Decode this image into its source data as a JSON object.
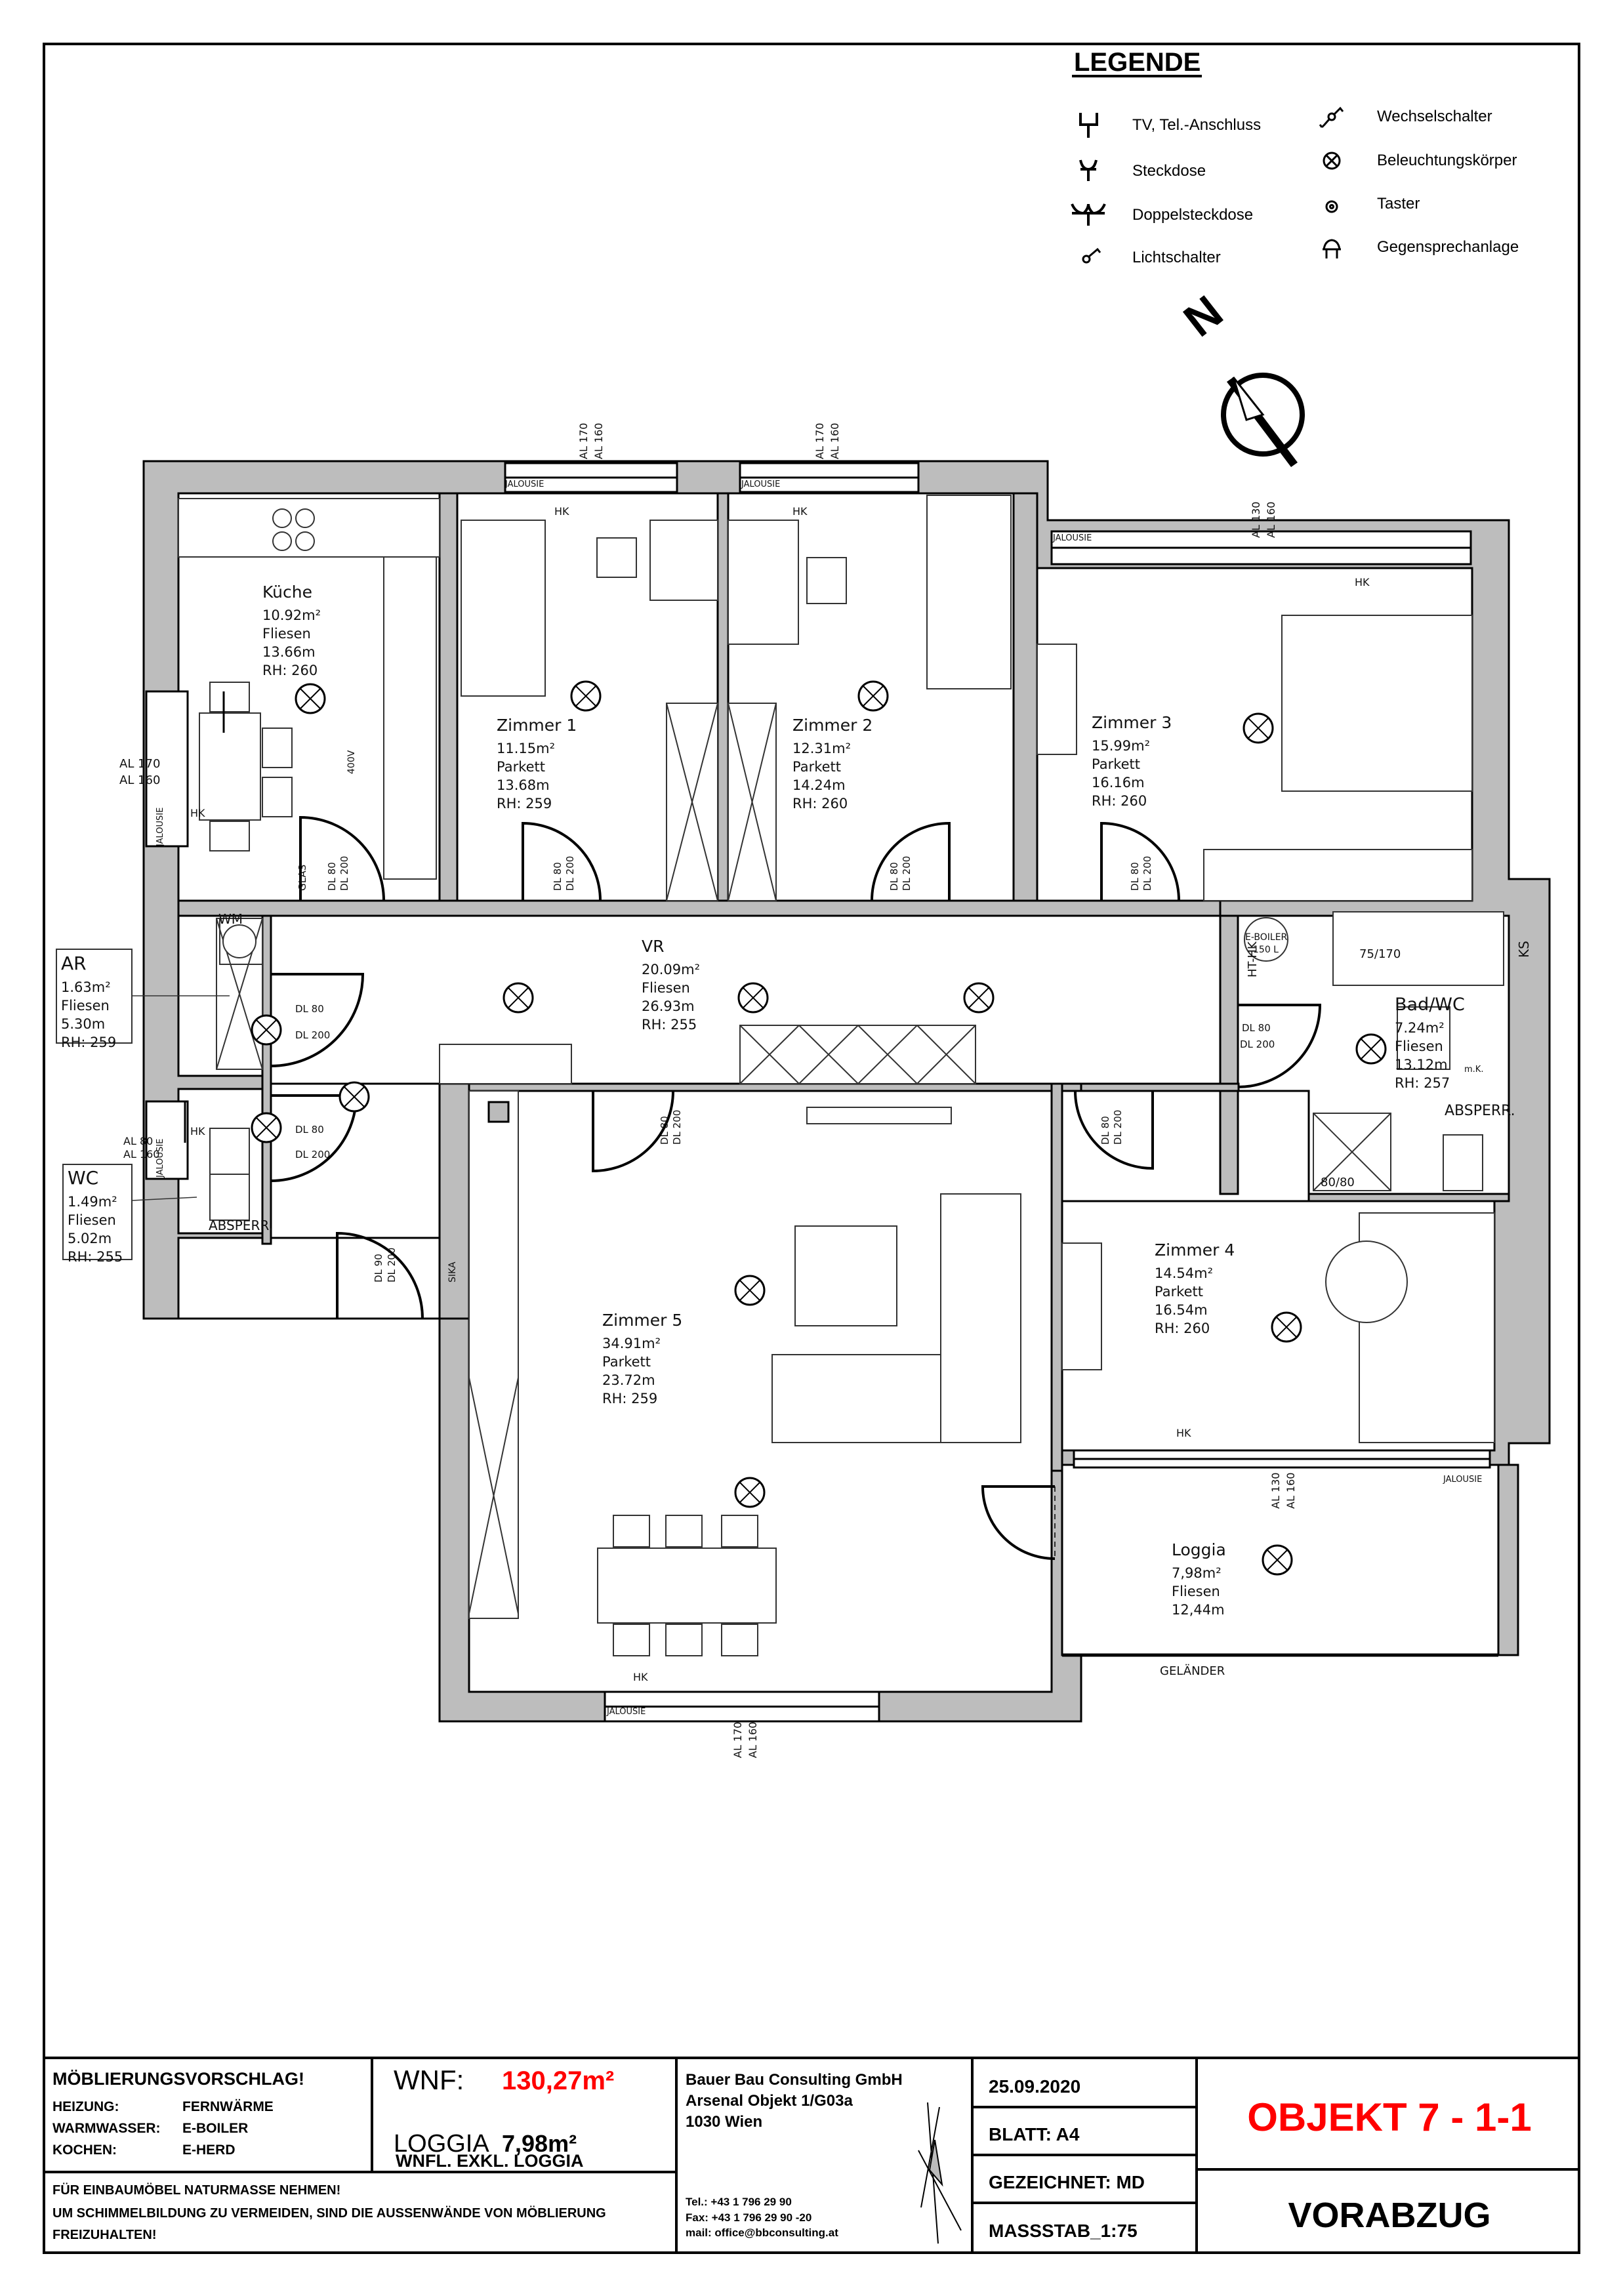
{
  "legend": {
    "title": "LEGENDE",
    "items": [
      {
        "icon": "tv-tel-outlet-icon",
        "label": "TV, Tel.-Anschluss"
      },
      {
        "icon": "socket-icon",
        "label": "Steckdose"
      },
      {
        "icon": "double-socket-icon",
        "label": "Doppelsteckdose"
      },
      {
        "icon": "light-switch-icon",
        "label": "Lichtschalter"
      },
      {
        "icon": "two-way-switch-icon",
        "label": "Wechselschalter"
      },
      {
        "icon": "light-fixture-icon",
        "label": "Beleuchtungskörper"
      },
      {
        "icon": "push-button-icon",
        "label": "Taster"
      },
      {
        "icon": "intercom-icon",
        "label": "Gegensprechanlage"
      }
    ]
  },
  "north_arrow": {
    "label": "N"
  },
  "rooms": [
    {
      "name": "Küche",
      "area": "10.92m²",
      "floor": "Fliesen",
      "perimeter": "13.66m",
      "height": "RH:  260"
    },
    {
      "name": "Zimmer 1",
      "area": "11.15m²",
      "floor": "Parkett",
      "perimeter": "13.68m",
      "height": "RH:  259"
    },
    {
      "name": "Zimmer 2",
      "area": "12.31m²",
      "floor": "Parkett",
      "perimeter": "14.24m",
      "height": "RH:  260"
    },
    {
      "name": "Zimmer 3",
      "area": "15.99m²",
      "floor": "Parkett",
      "perimeter": "16.16m",
      "height": "RH:  260"
    },
    {
      "name": "VR",
      "area": "20.09m²",
      "floor": "Fliesen",
      "perimeter": "26.93m",
      "height": "RH:  255"
    },
    {
      "name": "Bad/WC",
      "area": "7.24m²",
      "floor": "Fliesen",
      "perimeter": "13.12m",
      "height": "RH:  257"
    },
    {
      "name": "Zimmer 4",
      "area": "14.54m²",
      "floor": "Parkett",
      "perimeter": "16.54m",
      "height": "RH:  260"
    },
    {
      "name": "Zimmer 5",
      "area": "34.91m²",
      "floor": "Parkett",
      "perimeter": "23.72m",
      "height": "RH:  259"
    },
    {
      "name": "Loggia",
      "area": "7,98m²",
      "floor": "Fliesen",
      "perimeter": "12,44m",
      "height": ""
    },
    {
      "name": "AR",
      "area": "1.63m²",
      "floor": "Fliesen",
      "perimeter": "5.30m",
      "height": "RH:  259"
    },
    {
      "name": "WC",
      "area": "1.49m²",
      "floor": "Fliesen",
      "perimeter": "5.02m",
      "height": "RH:  255"
    }
  ],
  "labels": {
    "jalousie": "JALOUSIE",
    "hk": "HK",
    "al170": "AL 170",
    "al160": "AL 160",
    "al80": "AL 80",
    "al130": "AL 130",
    "dl80": "DL 80",
    "dl90": "DL 90",
    "dl200": "DL 200",
    "glas": "GLAS",
    "wm": "WM",
    "absperr": "ABSPERR.",
    "ks": "KS",
    "hthk": "HT-HK",
    "eboiler": "E-BOILER",
    "boiler_vol": "150 L",
    "tub": "75/170",
    "shower": "80/80",
    "mk": "m.K.",
    "v400": "400V",
    "gelaender": "GELÄNDER",
    "sika": "SIKA"
  },
  "title_block": {
    "heading": "MÖBLIERUNGSVORSCHLAG!",
    "specs": [
      {
        "key": "HEIZUNG:",
        "value": "FERNWÄRME"
      },
      {
        "key": "WARMWASSER:",
        "value": "E-BOILER"
      },
      {
        "key": "KOCHEN:",
        "value": "E-HERD"
      }
    ],
    "wnf_label": "WNF:",
    "wnf_value": "130,27m²",
    "loggia_label": "LOGGIA",
    "loggia_value": "7,98m²",
    "wnf_note": "WNFL. EXKL. LOGGIA",
    "notes": [
      "FÜR EINBAUMÖBEL NATURMASSE NEHMEN!",
      "UM SCHIMMELBILDUNG ZU VERMEIDEN, SIND DIE AUSSENWÄNDE VON MÖBLIERUNG",
      "FREIZUHALTEN!"
    ],
    "company": [
      "Bauer Bau Consulting GmbH",
      "Arsenal Objekt 1/G03a",
      "1030 Wien"
    ],
    "contact": [
      "Tel.: +43 1 796 29 90",
      "Fax: +43 1 796 29 90 -20",
      "mail: office@bbconsulting.at"
    ],
    "date": "25.09.2020",
    "sheet": "BLATT:  A4",
    "drawn_by": "GEZEICHNET:  MD",
    "scale": "MASSSTAB_1:75",
    "object": "OBJEKT 7 - 1-1",
    "status": "VORABZUG"
  },
  "colors": {
    "accent_red": "#ff0000",
    "wall_grey": "#bdbdbd"
  }
}
